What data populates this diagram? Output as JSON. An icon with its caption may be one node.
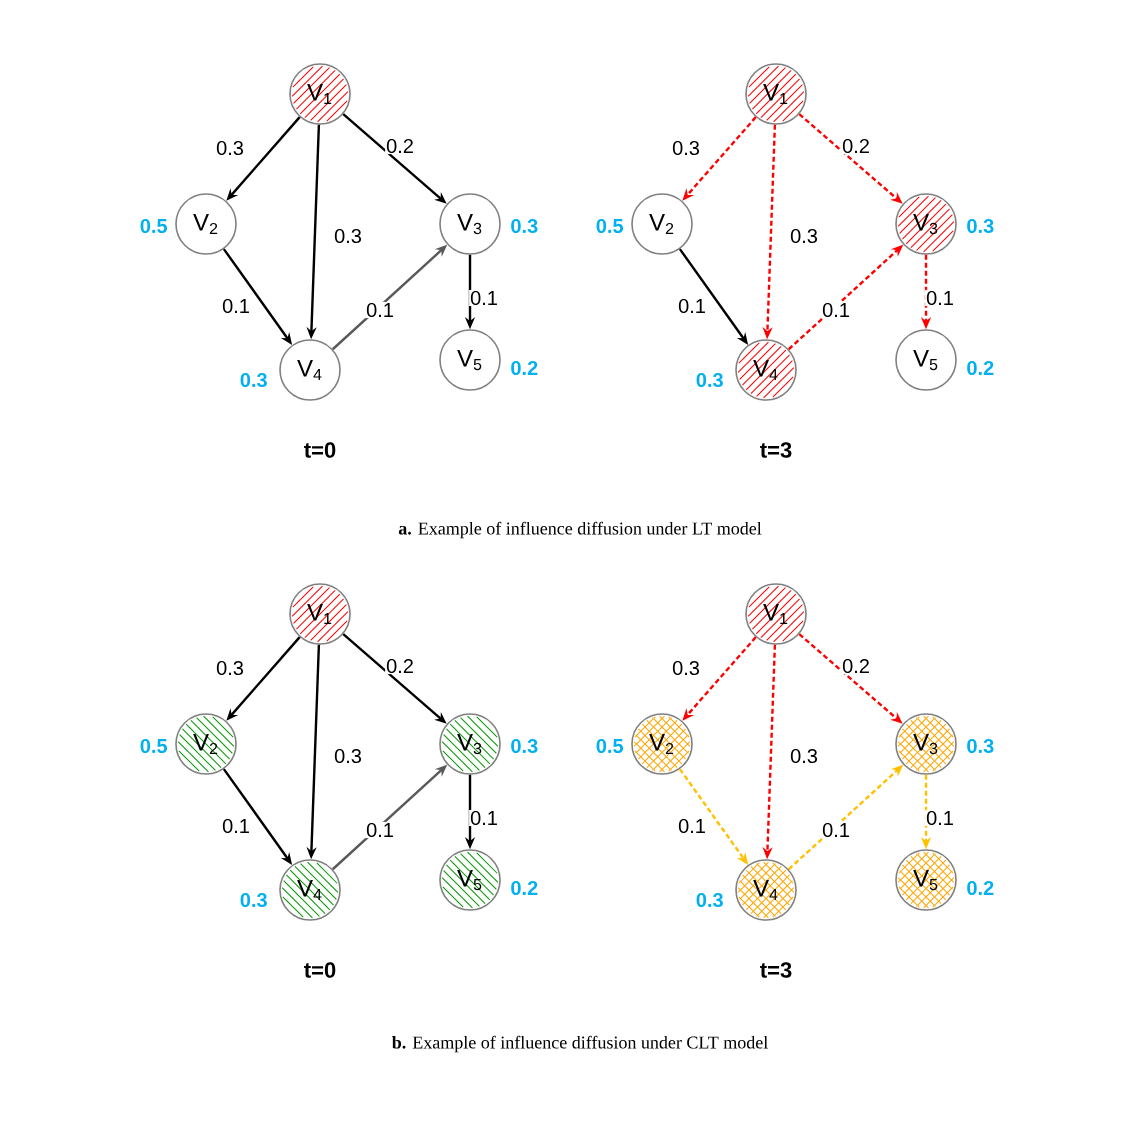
{
  "diagram": {
    "nodes": [
      {
        "text": [
          "V$_{1}$"
        ]
      },
      {
        "text": [
          "V$_{2}$"
        ],
        "beside": [
          "0.5"
        ]
      },
      {
        "text": [
          "V$_{3}$"
        ],
        "beside": [
          "0.3"
        ]
      },
      {
        "text": [
          "V$_{4}$"
        ],
        "beside": [
          "0.3"
        ]
      },
      {
        "text": [
          "V$_{5}$"
        ],
        "beside": [
          "0.2"
        ]
      },
      {
        "text": [
          "V$_{1}$"
        ]
      },
      {
        "text": [
          "V$_{2}$"
        ],
        "beside": [
          "0.5"
        ]
      },
      {
        "text": [
          "V$_{3}$"
        ],
        "beside": [
          "0.3"
        ]
      },
      {
        "text": [
          "V$_{4}$"
        ],
        "beside": [
          "0.3"
        ]
      },
      {
        "text": [
          "V$_{5}$"
        ],
        "beside": [
          "0.2"
        ]
      },
      {
        "text": [
          "V$_{1}$"
        ]
      },
      {
        "text": [
          "V$_{2}$"
        ],
        "beside": [
          "0.5"
        ]
      },
      {
        "text": [
          "V$_{3}$"
        ],
        "beside": [
          "0.3"
        ]
      },
      {
        "text": [
          "V$_{4}$"
        ],
        "beside": [
          "0.3"
        ]
      },
      {
        "text": [
          "V$_{5}$"
        ],
        "beside": [
          "0.2"
        ]
      },
      {
        "text": [
          "V$_{1}$"
        ]
      },
      {
        "text": [
          "V$_{2}$"
        ],
        "beside": [
          "0.5"
        ]
      },
      {
        "text": [
          "V$_{3}$"
        ],
        "beside": [
          "0.3"
        ]
      },
      {
        "text": [
          "V$_{4}$"
        ],
        "beside": [
          "0.3"
        ]
      },
      {
        "text": [
          "V$_{5}$"
        ],
        "beside": [
          "0.2"
        ]
      }
    ],
    "edges": [
      {
        "from": 0,
        "to": 1,
        "arrow": "to",
        "label": "0.3"
      },
      {
        "from": 0,
        "to": 3,
        "arrow": "to",
        "label": "0.3"
      },
      {
        "from": 0,
        "to": 2,
        "arrow": "to",
        "label": "0.2"
      },
      {
        "from": 1,
        "to": 3,
        "arrow": "to",
        "label": "0.1"
      },
      {
        "from": 3,
        "to": 2,
        "arrow": "to",
        "label": "0.1",
        "color": "#595959"
      },
      {
        "from": 2,
        "to": 4,
        "arrow": "to",
        "label": "0.1"
      },
      {
        "from": 5,
        "to": 6,
        "arrow": "to",
        "label": "0.3",
        "style": "dashed",
        "color": "#ff0000"
      },
      {
        "from": 5,
        "to": 8,
        "arrow": "to",
        "label": "0.3",
        "style": "dashed",
        "color": "#ff0000"
      },
      {
        "from": 5,
        "to": 7,
        "arrow": "to",
        "label": "0.2",
        "style": "dashed",
        "color": "#ff0000"
      },
      {
        "from": 6,
        "to": 8,
        "arrow": "to",
        "label": "0.1"
      },
      {
        "from": 8,
        "to": 7,
        "arrow": "to",
        "label": "0.1",
        "style": "dashed",
        "color": "#ff0000"
      },
      {
        "from": 7,
        "to": 9,
        "arrow": "to",
        "label": "0.1",
        "style": "dashed",
        "color": "#ff0000"
      },
      {
        "from": 10,
        "to": 11,
        "arrow": "to",
        "label": "0.3"
      },
      {
        "from": 10,
        "to": 13,
        "arrow": "to",
        "label": "0.3"
      },
      {
        "from": 10,
        "to": 12,
        "arrow": "to",
        "label": "0.2"
      },
      {
        "from": 11,
        "to": 13,
        "arrow": "to",
        "label": "0.1"
      },
      {
        "from": 13,
        "to": 12,
        "arrow": "to",
        "label": "0.1",
        "color": "#595959"
      },
      {
        "from": 12,
        "to": 14,
        "arrow": "to",
        "label": "0.1"
      },
      {
        "from": 15,
        "to": 16,
        "arrow": "to",
        "label": "0.3",
        "style": "dashed",
        "color": "#ff0000"
      },
      {
        "from": 15,
        "to": 18,
        "arrow": "to",
        "label": "0.3",
        "style": "dashed",
        "color": "#ff0000"
      },
      {
        "from": 15,
        "to": 17,
        "arrow": "to",
        "label": "0.2",
        "style": "dashed",
        "color": "#ff0000"
      },
      {
        "from": 16,
        "to": 18,
        "arrow": "to",
        "label": "0.1",
        "style": "dashed",
        "color": "#ffc000"
      },
      {
        "from": 18,
        "to": 17,
        "arrow": "to",
        "label": "0.1",
        "style": "dashed",
        "color": "#ffc000"
      },
      {
        "from": 17,
        "to": 19,
        "arrow": "to",
        "label": "0.1",
        "style": "dashed",
        "color": "#ffc000"
      }
    ],
    "labels": [
      "t=0",
      "t=3",
      "**a.** Example of influence diffusion under LT model",
      "t=0",
      "t=3",
      "**b.** Example of influence diffusion under CLT model"
    ]
  }
}
